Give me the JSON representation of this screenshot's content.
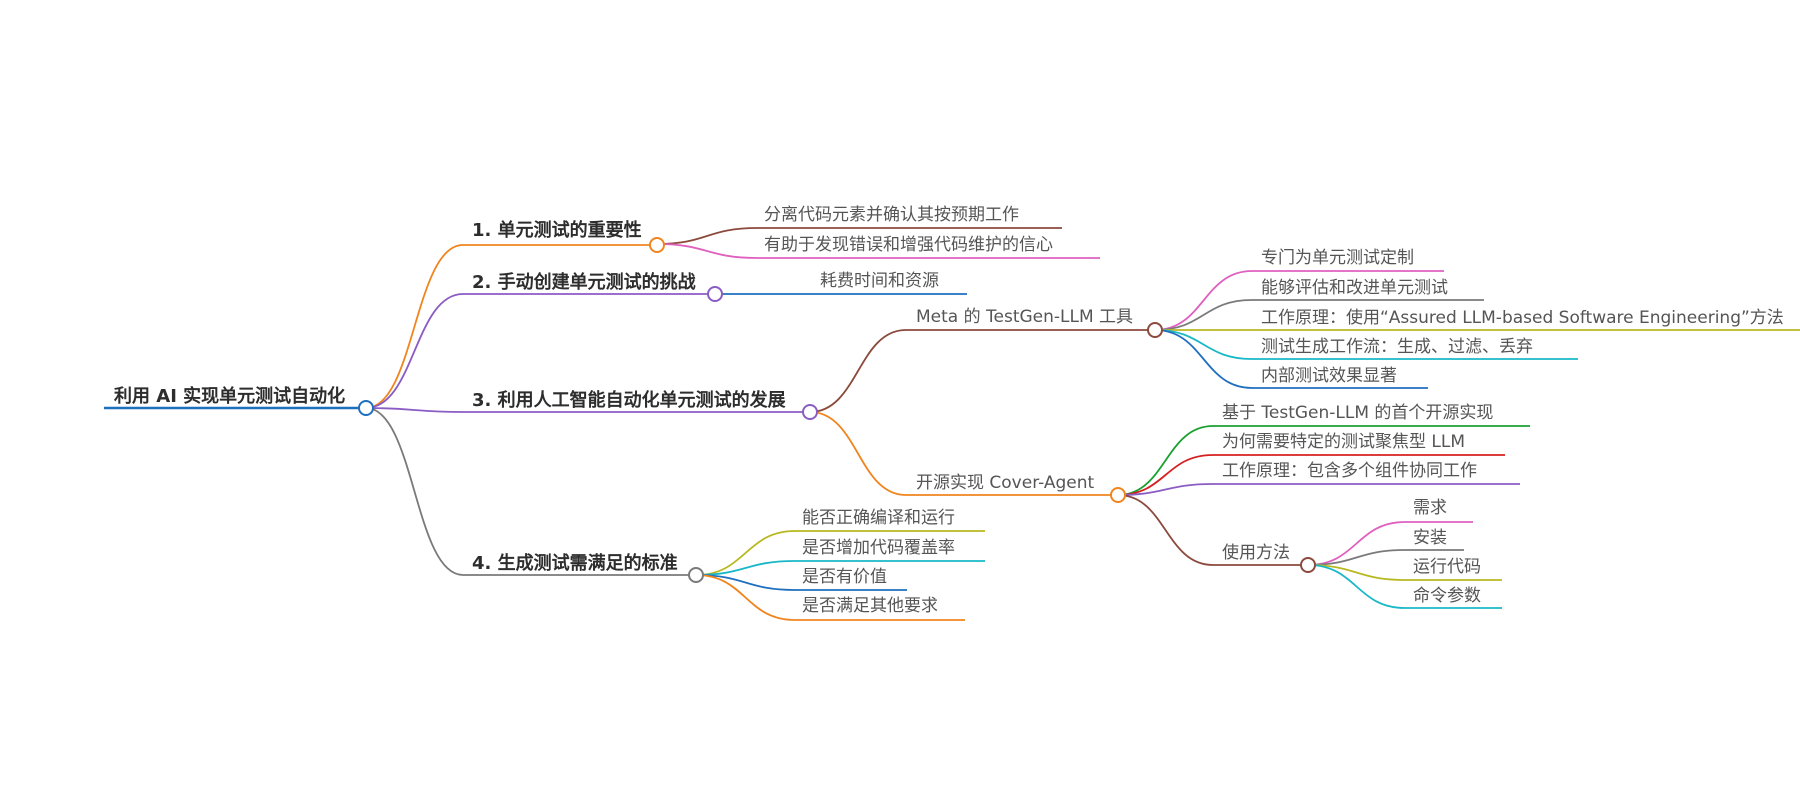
{
  "mindmap": {
    "root": {
      "label": "利用 AI 实现单元测试自动化"
    },
    "branch1": {
      "label": "1. 单元测试的重要性",
      "children": [
        "分离代码元素并确认其按预期工作",
        "有助于发现错误和增强代码维护的信心"
      ]
    },
    "branch2": {
      "label": "2. 手动创建单元测试的挑战",
      "children": [
        "耗费时间和资源"
      ]
    },
    "branch3": {
      "label": "3. 利用人工智能自动化单元测试的发展",
      "meta": {
        "label": "Meta 的 TestGen-LLM 工具",
        "children": [
          "专门为单元测试定制",
          "能够评估和改进单元测试",
          "工作原理：使用“Assured LLM-based Software Engineering”方法",
          "测试生成工作流：生成、过滤、丢弃",
          "内部测试效果显著"
        ]
      },
      "cover": {
        "label": "开源实现 Cover-Agent",
        "children": [
          "基于 TestGen-LLM 的首个开源实现",
          "为何需要特定的测试聚焦型 LLM",
          "工作原理：包含多个组件协同工作"
        ],
        "usage": {
          "label": "使用方法",
          "children": [
            "需求",
            "安装",
            "运行代码",
            "命令参数"
          ]
        }
      }
    },
    "branch4": {
      "label": "4. 生成测试需满足的标准",
      "children": [
        "能否正确编译和运行",
        "是否增加代码覆盖率",
        "是否有价值",
        "是否满足其他要求"
      ]
    }
  },
  "colors": {
    "root": "#1f6fbf",
    "branch1": "#f0851e",
    "branch2": "#8b5cc4",
    "branch3": "#8b5cc4",
    "branch4": "#7a7a7a",
    "meta": "#8b4a3c",
    "cover": "#f0851e",
    "usage": "#8b4a3c",
    "b1c": [
      "#8b4a3c",
      "#e060c0"
    ],
    "b2c": [
      "#1f6fbf"
    ],
    "metac": [
      "#e060c0",
      "#7a7a7a",
      "#b8b820",
      "#19b8c8",
      "#1f6fbf"
    ],
    "coverc": [
      "#1aa030",
      "#d62020",
      "#8b5cc4"
    ],
    "usagec": [
      "#e060c0",
      "#7a7a7a",
      "#b8b820",
      "#19b8c8"
    ],
    "b4c": [
      "#b8b820",
      "#19b8c8",
      "#1f6fbf",
      "#f0851e"
    ]
  }
}
